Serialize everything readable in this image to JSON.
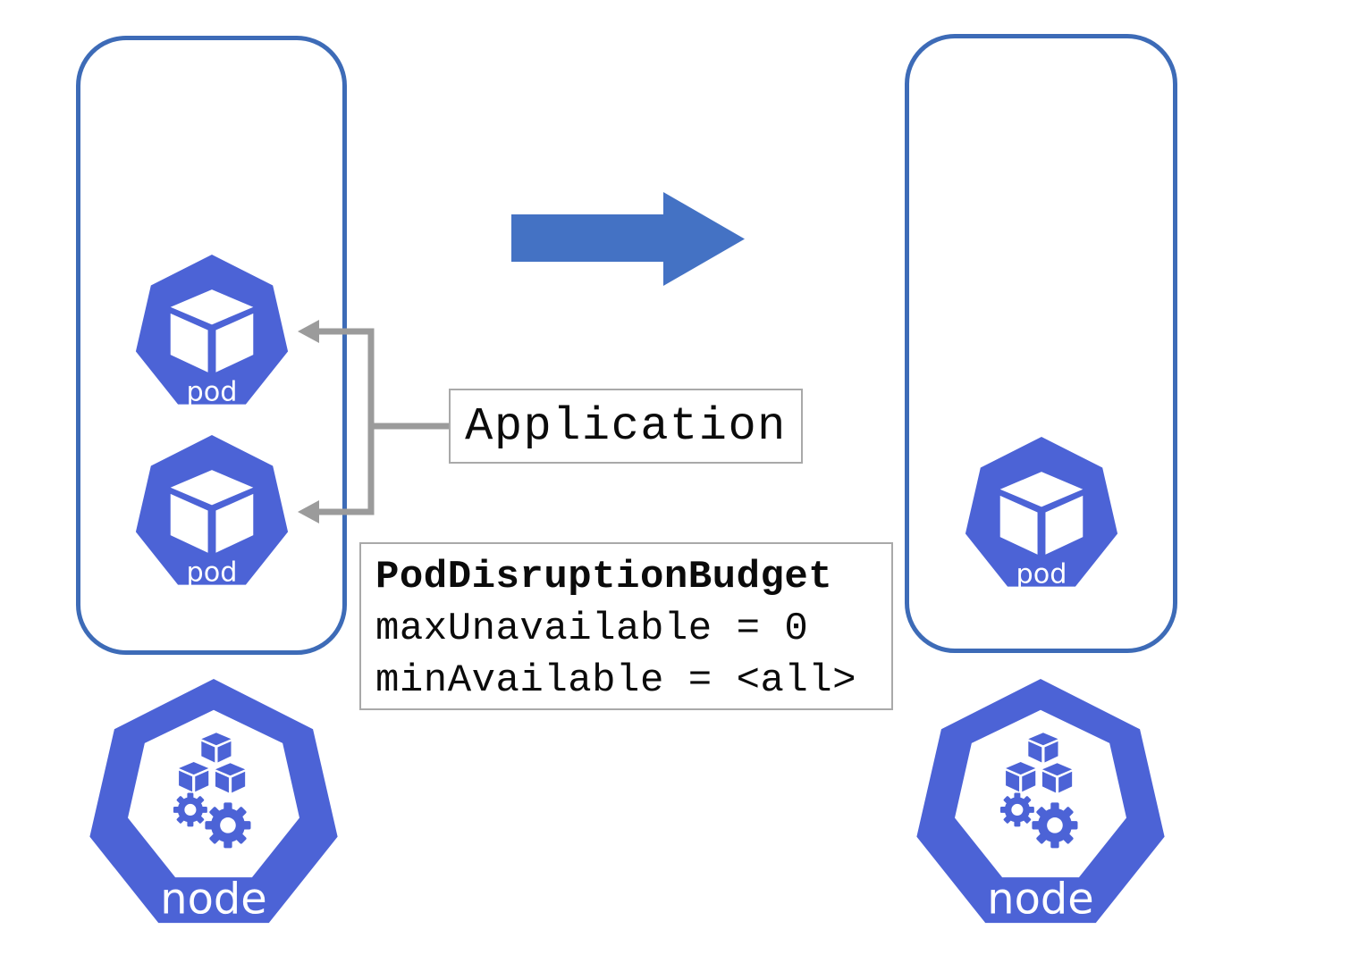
{
  "colors": {
    "k8s_blue": "#4c63d6",
    "rect_border": "#3d6bb7",
    "arrow_blue": "#4472c4",
    "connector_gray": "#9b9b9b",
    "box_border": "#a9a9a9",
    "text_black": "#0b0b0b"
  },
  "before_node": {
    "pods": [
      {
        "label": "pod"
      },
      {
        "label": "pod"
      }
    ],
    "node_label": "node"
  },
  "after_node": {
    "pods": [
      {
        "label": "pod"
      }
    ],
    "node_label": "node"
  },
  "application_box": {
    "label": "Application"
  },
  "pdb_box": {
    "title": "PodDisruptionBudget",
    "line_max_unavailable": "maxUnavailable = 0",
    "line_min_available": "minAvailable = <all>"
  }
}
